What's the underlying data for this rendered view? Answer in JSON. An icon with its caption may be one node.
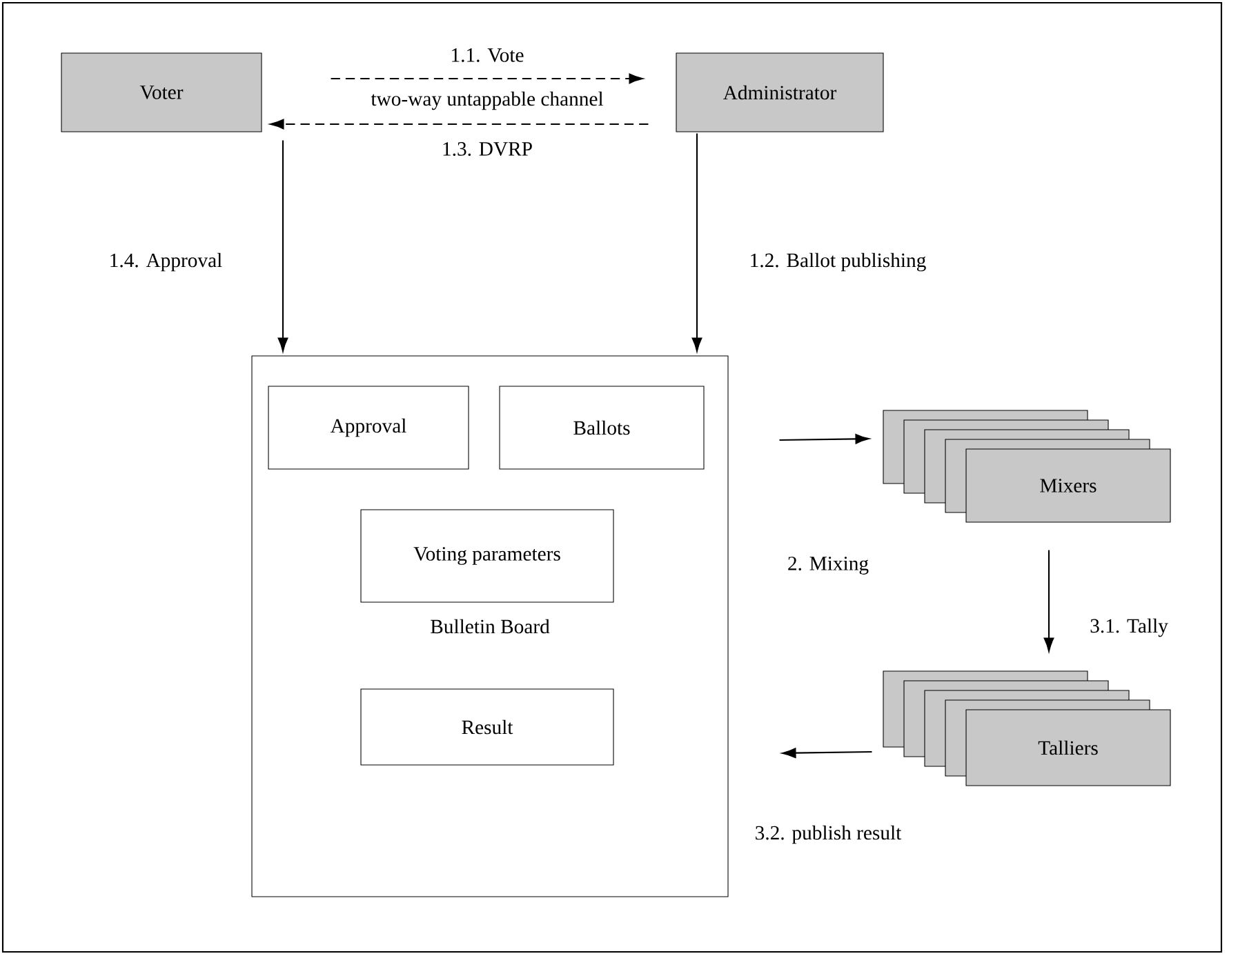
{
  "diagram": {
    "nodes": [
      {
        "text": [
          "Voter"
        ]
      },
      {
        "text": [
          "Administrator"
        ]
      },
      {
        "text": [
          "Bulletin Board"
        ]
      },
      {
        "text": [
          "Approval"
        ],
        "in": 2
      },
      {
        "text": [
          "Ballots"
        ],
        "in": 2
      },
      {
        "text": [
          "Voting parameters"
        ],
        "in": 2
      },
      {
        "text": [
          "Result"
        ],
        "in": 2
      },
      {
        "text": [
          "Mixers"
        ],
        "beside": [
          "2. Mixing"
        ]
      },
      {
        "text": [
          "Talliers"
        ],
        "beside": [
          "3.2. publish result"
        ]
      }
    ],
    "edges": [
      {
        "from": 0,
        "to": 1,
        "arrow": "to",
        "style": "dashed",
        "label": "1.1. Vote"
      },
      {
        "from": 1,
        "to": 0,
        "arrow": "to",
        "style": "dashed",
        "label": "1.3. DVRP"
      },
      {
        "from": 0,
        "to": 2,
        "arrow": "to",
        "label": "1.4. Approval"
      },
      {
        "from": 1,
        "to": 2,
        "arrow": "to",
        "label": "1.2. Ballot publishing"
      },
      {
        "from": 2,
        "to": 7,
        "arrow": "to"
      },
      {
        "from": 7,
        "to": 8,
        "arrow": "to",
        "label": "3.1. Tally"
      },
      {
        "from": 8,
        "to": 2,
        "arrow": "to"
      }
    ],
    "labels": [
      "two-way untappable channel"
    ]
  }
}
